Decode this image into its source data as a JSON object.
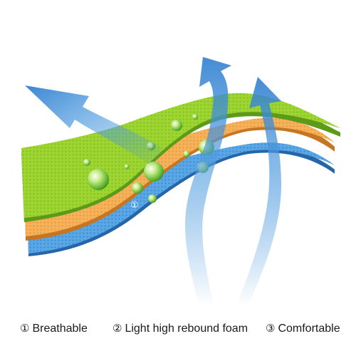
{
  "colors": {
    "layer1_top": "#9ed530",
    "layer1_mesh": "#7fbf23",
    "layer1_edge": "#5e9a1a",
    "layer2_top": "#f5b25a",
    "layer2_mesh": "#e9973a",
    "layer2_edge": "#c67622",
    "layer3_top": "#5aa7e6",
    "layer3_mesh": "#3a88d2",
    "layer3_edge": "#2565a8",
    "arrow": "#3a8cd8",
    "droplet": "#4aa22c"
  },
  "layers": [
    {
      "number": "①",
      "legend": "Breathable"
    },
    {
      "number": "②",
      "legend": "Light high rebound foam"
    },
    {
      "number": "③",
      "legend": "Comfortable"
    }
  ],
  "icons": {
    "arrows": [
      "airflow-arrow-left",
      "airflow-arrow-top",
      "airflow-arrow-right"
    ],
    "droplets": "water-droplet-icon"
  }
}
